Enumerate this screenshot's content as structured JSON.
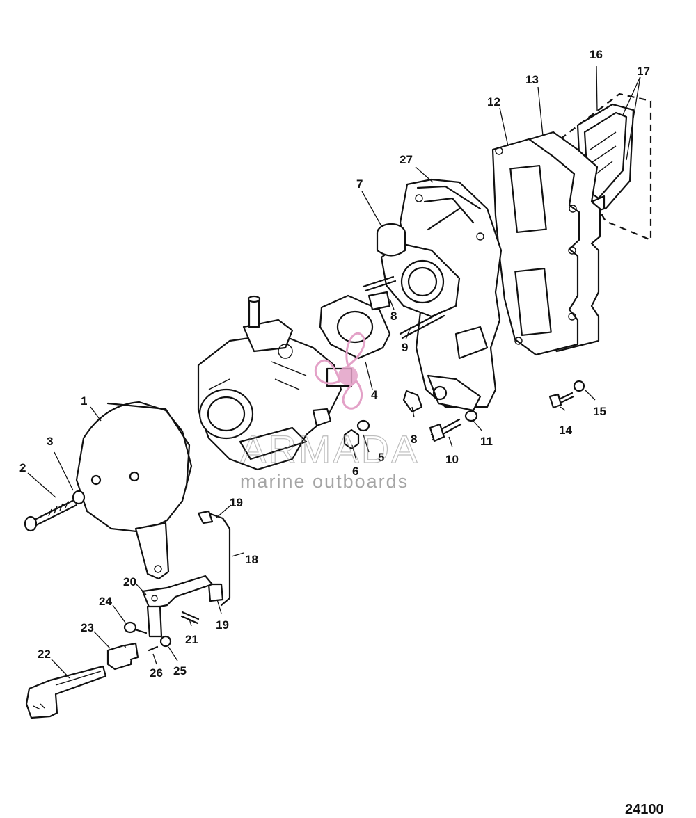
{
  "diagram": {
    "figure_number": "24100",
    "callouts": [
      "1",
      "2",
      "3",
      "4",
      "5",
      "6",
      "7",
      "8",
      "8",
      "9",
      "10",
      "11",
      "12",
      "13",
      "14",
      "15",
      "16",
      "17",
      "18",
      "19",
      "19",
      "20",
      "21",
      "22",
      "23",
      "24",
      "25",
      "26",
      "27"
    ],
    "watermark": {
      "brand": "ARMADA",
      "tagline": "marine outboards",
      "accent_color": "#e3a1c7"
    }
  }
}
